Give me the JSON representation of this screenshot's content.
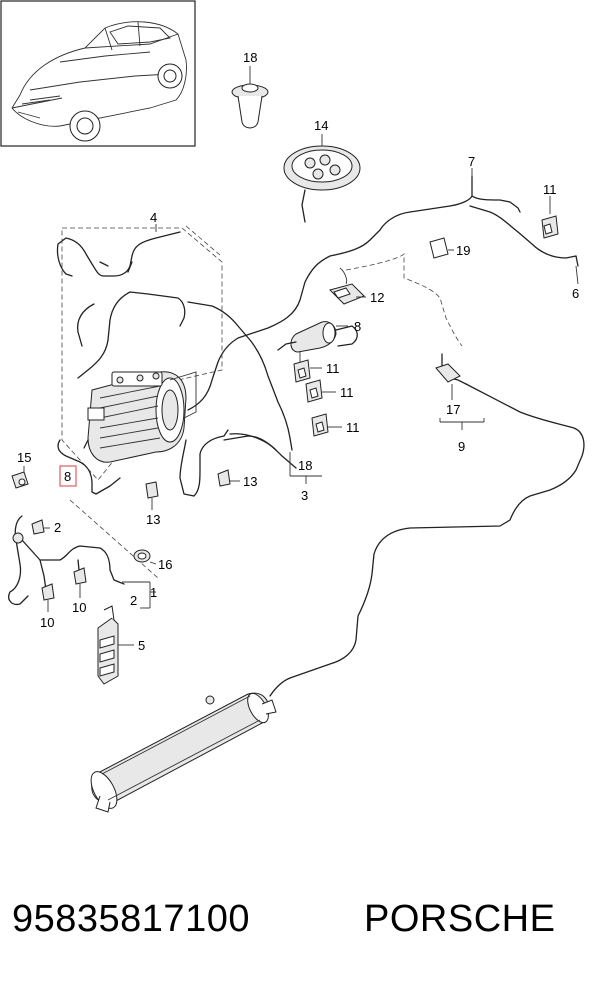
{
  "diagram": {
    "callouts": {
      "c18_top": "18",
      "c14": "14",
      "c7": "7",
      "c11_a": "11",
      "c4": "4",
      "c19": "19",
      "c6": "6",
      "c12": "12",
      "c8_right": "8",
      "c11_b": "11",
      "c11_c": "11",
      "c11_d": "11",
      "c17": "17",
      "c9": "9",
      "c15": "15",
      "c8_highlight": "8",
      "c18_mid": "18",
      "c3": "3",
      "c13_a": "13",
      "c13_b": "13",
      "c2_a": "2",
      "c16": "16",
      "c2_b": "2",
      "c1": "1",
      "c10_a": "10",
      "c10_b": "10",
      "c5": "5"
    },
    "highlight_color": "#e57373"
  },
  "footer": {
    "part_number": "95835817100",
    "brand": "PORSCHE"
  }
}
